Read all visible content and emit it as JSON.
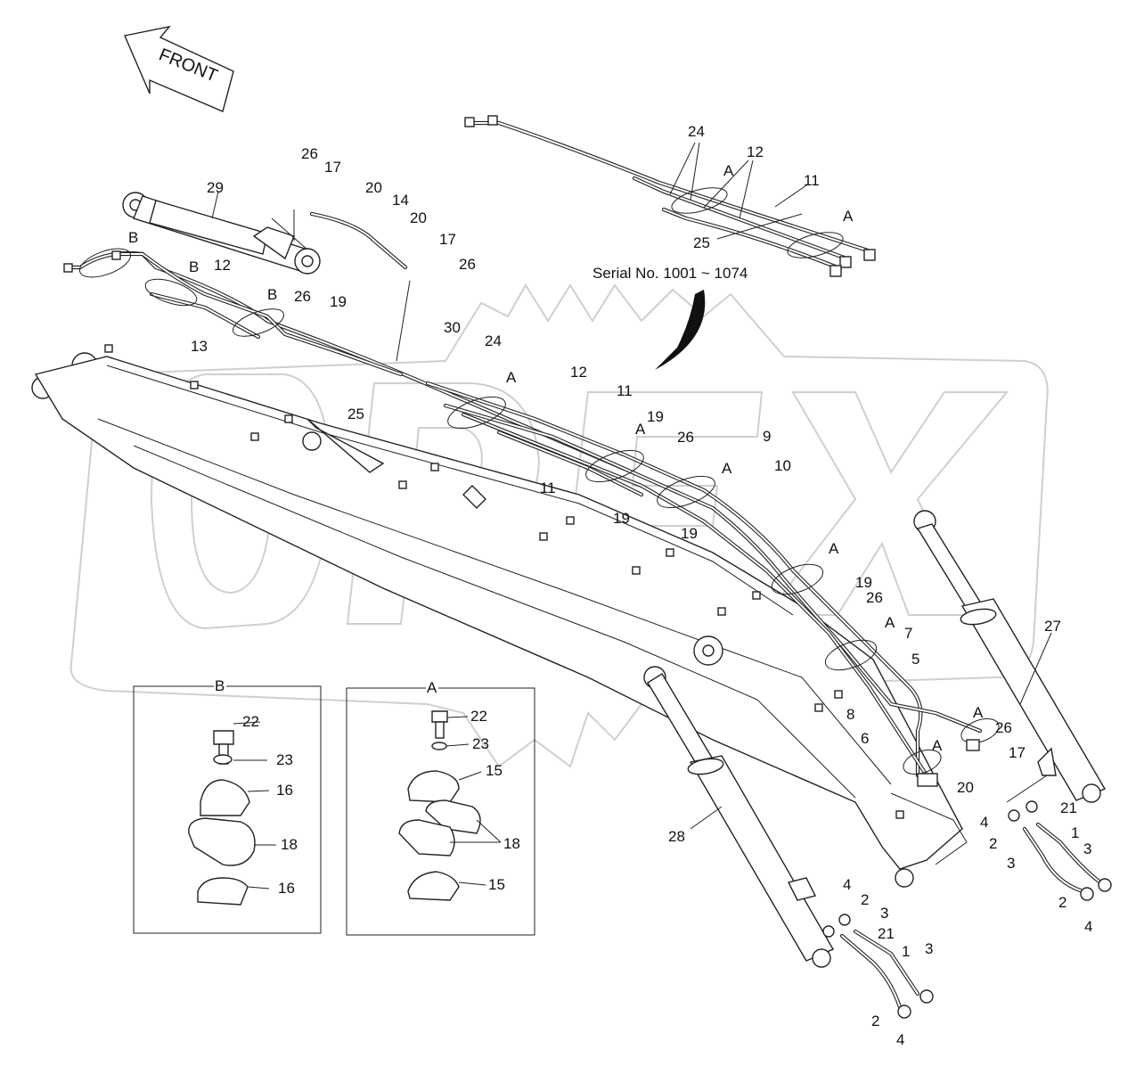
{
  "front_arrow": {
    "label": "FRONT"
  },
  "serial_note": "Serial No. 1001 ~ 1074",
  "watermark": {
    "text": "OPEX",
    "color": "#cfcfcf"
  },
  "detail_views": [
    {
      "title": "B",
      "parts": [
        "22",
        "23",
        "16",
        "18",
        "16"
      ]
    },
    {
      "title": "A",
      "parts": [
        "22",
        "23",
        "15",
        "18",
        "15"
      ]
    }
  ],
  "callouts": [
    "29",
    "26",
    "17",
    "20",
    "14",
    "20",
    "17",
    "26",
    "B",
    "B",
    "12",
    "B",
    "26",
    "19",
    "13",
    "25",
    "24",
    "A",
    "12",
    "11",
    "A",
    "25",
    "30",
    "24",
    "A",
    "12",
    "11",
    "11",
    "19",
    "A",
    "26",
    "19",
    "A",
    "9",
    "10",
    "19",
    "A",
    "19",
    "26",
    "A",
    "7",
    "5",
    "8",
    "6",
    "A",
    "26",
    "17",
    "A",
    "20",
    "27",
    "28",
    "21",
    "4",
    "2",
    "3",
    "1",
    "3",
    "2",
    "4",
    "4",
    "2",
    "3",
    "21",
    "1",
    "3",
    "2",
    "4"
  ]
}
